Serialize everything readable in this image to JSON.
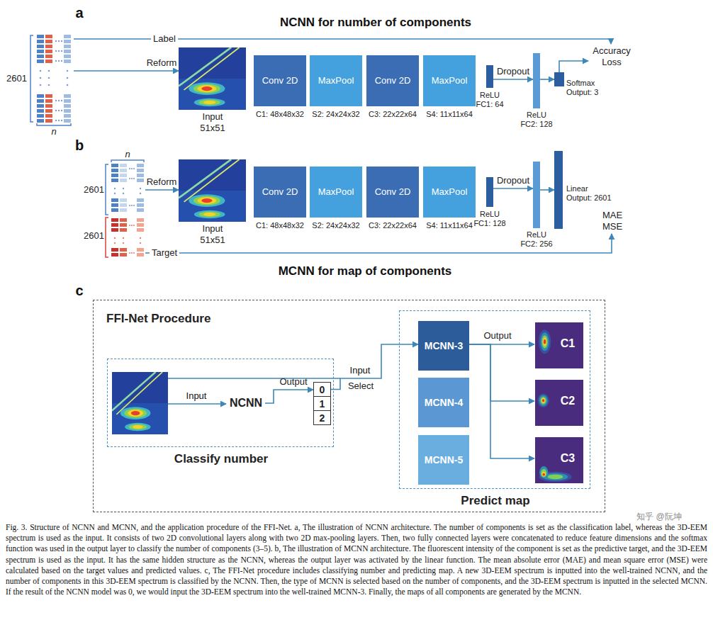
{
  "diagram": {
    "caption": "Fig. 3. Structure of NCNN and MCNN, and the application procedure of the FFI-Net. a, The illustration of NCNN architecture. The number of components is set as the classification label, whereas the 3D-EEM spectrum is used as the input. It consists of two 2D convolutional layers along with two 2D max-pooling layers. Then, two fully connected layers were concatenated to reduce feature dimensions and the softmax function was used in the output layer to classify the number of components (3–5). b, The illustration of MCNN architecture. The fluorescent intensity of the component is set as the predictive target, and the 3D-EEM spectrum is used as the input. It has the same hidden structure as the NCNN, whereas the output layer was activated by the linear function. The mean absolute error (MAE) and mean square error (MSE) were calculated based on the target values and predicted values. c, The FFI-Net procedure includes classifying number and predicting map. A new 3D-EEM spectrum is inputted into the well-trained NCNN, and the number of components in this 3D-EEM spectrum is classified by the NCNN. Then, the type of MCNN is selected based on the number of components, and the 3D-EEM spectrum is inputted in the selected MCNN. If the result of the NCNN model was 0, we would input the 3D-EEM spectrum into the well-trained MCNN-3. Finally, the maps of all components are generated by the MCNN.",
    "nodes": [
      {
        "text": [
          "2601",
          "n"
        ]
      },
      {
        "text": [
          "Input 51x51"
        ]
      },
      {
        "text": [
          "Conv 2D",
          "C1: 48x48x32"
        ]
      },
      {
        "text": [
          "MaxPool",
          "S2: 24x24x32"
        ]
      },
      {
        "text": [
          "Conv 2D",
          "C3: 22x22x64"
        ]
      },
      {
        "text": [
          "MaxPool",
          "S4: 11x11x64"
        ]
      },
      {
        "text": [
          "ReLU FC1: 64"
        ]
      },
      {
        "text": [
          "ReLU FC2: 128"
        ]
      },
      {
        "text": [
          "Softmax Output: 3"
        ]
      },
      {
        "text": [
          "Accuracy Loss"
        ]
      },
      {
        "text": [
          "n",
          "2601"
        ]
      },
      {
        "text": [
          "2601"
        ]
      },
      {
        "text": [
          "Input 51x51"
        ]
      },
      {
        "text": [
          "Conv 2D",
          "C1: 48x48x32"
        ]
      },
      {
        "text": [
          "MaxPool",
          "S2: 24x24x32"
        ]
      },
      {
        "text": [
          "Conv 2D",
          "C3: 22x22x64"
        ]
      },
      {
        "text": [
          "MaxPool",
          "S4: 11x11x64"
        ]
      },
      {
        "text": [
          "ReLU FC1: 128"
        ]
      },
      {
        "text": [
          "ReLU FC2: 256"
        ]
      },
      {
        "text": [
          "Linear Output: 2601"
        ]
      },
      {
        "text": [
          "MAE MSE"
        ]
      },
      {
        "text": [
          "FFI-Net Procedure"
        ]
      },
      {
        "text": [
          "Classify number"
        ],
        "in": 21
      },
      {
        "text": [
          "NCNN"
        ],
        "in": 22
      },
      {
        "text": [
          "0"
        ],
        "in": 22
      },
      {
        "text": [
          "1"
        ],
        "in": 22
      },
      {
        "text": [
          "2"
        ],
        "in": 22
      },
      {
        "text": [
          "Predict map"
        ],
        "in": 21
      },
      {
        "text": [
          "MCNN-3"
        ],
        "in": 27
      },
      {
        "text": [
          "MCNN-4"
        ],
        "in": 27
      },
      {
        "text": [
          "MCNN-5"
        ],
        "in": 27
      },
      {
        "text": [
          "C1"
        ],
        "in": 27
      },
      {
        "text": [
          "C2"
        ],
        "in": 27
      },
      {
        "text": [
          "C3"
        ],
        "in": 27
      }
    ],
    "edges": [
      {
        "from": 0,
        "to": 1,
        "arrow": "to",
        "label": "Reform"
      },
      {
        "from": 0,
        "to": 9,
        "arrow": "to",
        "label": "Label"
      },
      {
        "from": 6,
        "to": 7,
        "arrow": "to",
        "label": "Dropout"
      },
      {
        "from": 7,
        "to": 8,
        "arrow": "to"
      },
      {
        "from": 8,
        "to": 9,
        "arrow": "to"
      },
      {
        "from": 10,
        "to": 12,
        "arrow": "to",
        "label": "Reform"
      },
      {
        "from": 17,
        "to": 18,
        "arrow": "to",
        "label": "Dropout"
      },
      {
        "from": 18,
        "to": 19,
        "arrow": "to"
      },
      {
        "from": 11,
        "to": 20,
        "arrow": "to",
        "label": "Target"
      },
      {
        "from": 23,
        "to": 24,
        "arrow": "to",
        "label": "Output"
      },
      {
        "from": 24,
        "to": 28,
        "arrow": "to",
        "label": "Select"
      },
      {
        "from": 28,
        "to": 31,
        "arrow": "to",
        "label": "Output"
      },
      {
        "from": 28,
        "to": 32,
        "arrow": "to"
      },
      {
        "from": 28,
        "to": 33,
        "arrow": "to"
      }
    ],
    "labels": [
      "a",
      "NCNN for number of components",
      "b",
      "MCNN for map of components",
      "c",
      "Input",
      "Input",
      "知乎 @阮坤"
    ]
  }
}
